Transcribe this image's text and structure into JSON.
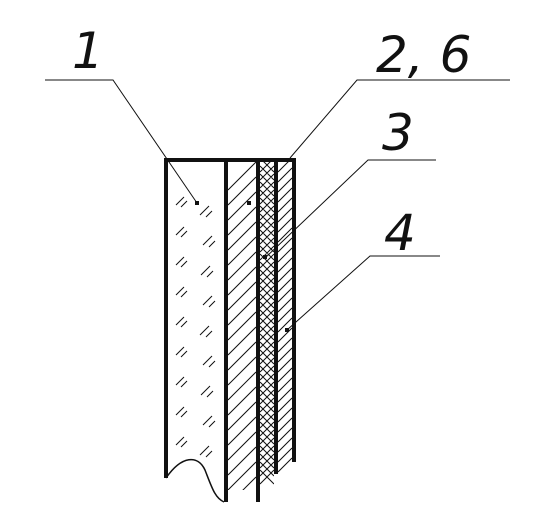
{
  "labels": {
    "layer1": "1",
    "layer26": "2, 6",
    "layer3": "3",
    "layer4": "4"
  },
  "colors": {
    "ink": "#111111",
    "background": "#ffffff"
  }
}
